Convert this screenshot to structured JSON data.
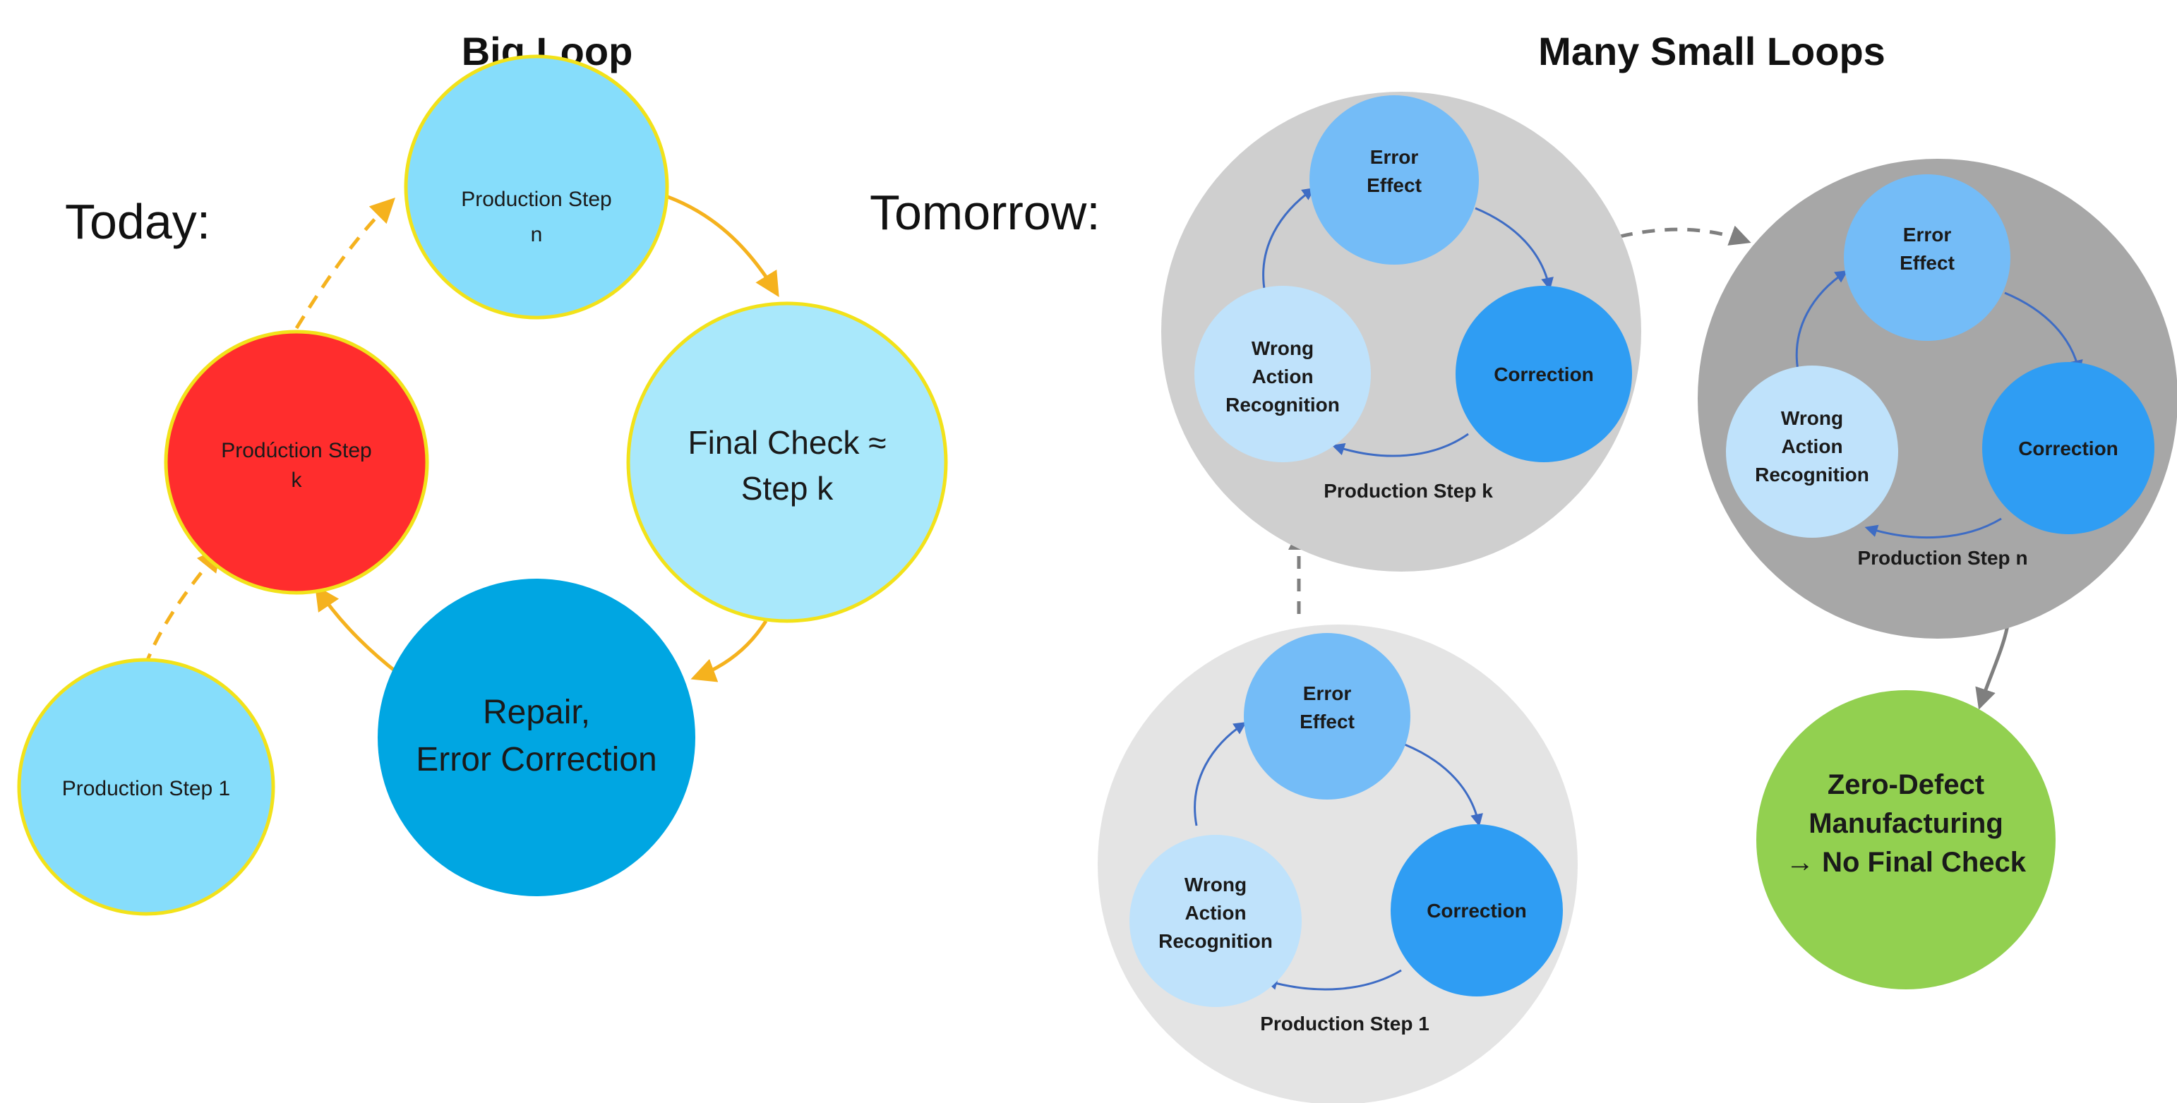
{
  "left": {
    "title": "Big Loop",
    "side_label": "Today:",
    "nodes": {
      "step_n": [
        "Production Step",
        "n"
      ],
      "step_k": [
        "Prodúction Step",
        "k"
      ],
      "final_check": [
        "Final Check ≈",
        "Step k"
      ],
      "repair": [
        "Repair,",
        "Error Correction"
      ],
      "step_1": [
        "Production Step 1"
      ]
    }
  },
  "right": {
    "title": "Many Small Loops",
    "side_label": "Tomorrow:",
    "loops": {
      "k": {
        "caption": "Production  Step  k",
        "error_effect": [
          "Error",
          "Effect"
        ],
        "correction": [
          "Correction"
        ],
        "wrong_action": [
          "Wrong",
          "Action",
          "Recognition"
        ]
      },
      "n": {
        "caption": "Production  Step n",
        "error_effect": [
          "Error",
          "Effect"
        ],
        "correction": [
          "Correction"
        ],
        "wrong_action": [
          "Wrong",
          "Action",
          "Recognition"
        ]
      },
      "one": {
        "caption": "Production  Step 1",
        "error_effect": [
          "Error",
          "Effect"
        ],
        "correction": [
          "Correction"
        ],
        "wrong_action": [
          "Wrong",
          "Action",
          "Recognition"
        ]
      }
    },
    "result": [
      "Zero-Defect",
      "Manufacturing",
      "→ No Final Check"
    ]
  },
  "colors": {
    "yellow_border": "#f2e21a",
    "orange_arrow": "#f5b21e",
    "light_blue": "#86ddfb",
    "pale_blue": "#a9e8fb",
    "red": "#ff2d2d",
    "deep_blue": "#00a6e2",
    "gray_k": "#cfcfcf",
    "gray_n": "#a7a7a7",
    "gray_1": "#e4e4e4",
    "loop_error": "#74bcf7",
    "loop_correction": "#2f9df3",
    "loop_wrong": "#bfe2fb",
    "loop_arrow": "#3e6cc4",
    "green": "#92d050"
  }
}
